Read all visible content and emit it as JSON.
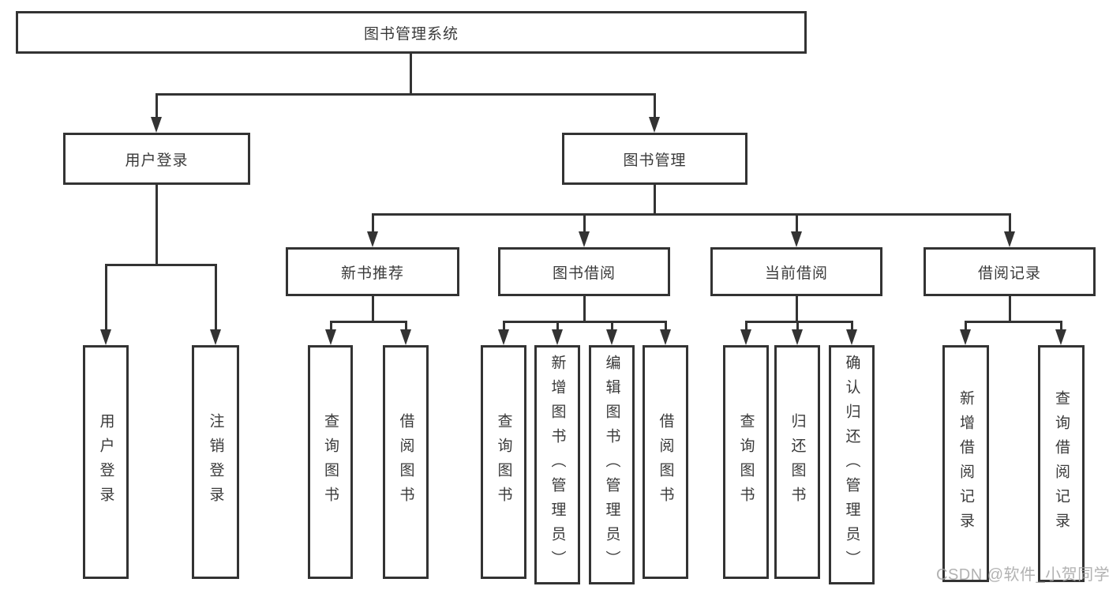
{
  "diagram": {
    "root": {
      "label": "图书管理系统",
      "children": [
        {
          "label": "用户登录",
          "children": [
            {
              "label": "用户登录"
            },
            {
              "label": "注销登录"
            }
          ]
        },
        {
          "label": "图书管理",
          "children": [
            {
              "label": "新书推荐",
              "children": [
                {
                  "label": "查询图书"
                },
                {
                  "label": "借阅图书"
                }
              ]
            },
            {
              "label": "图书借阅",
              "children": [
                {
                  "label": "查询图书"
                },
                {
                  "label": "新增图书（管理员）"
                },
                {
                  "label": "编辑图书（管理员）"
                },
                {
                  "label": "借阅图书"
                }
              ]
            },
            {
              "label": "当前借阅",
              "children": [
                {
                  "label": "查询图书"
                },
                {
                  "label": "归还图书"
                },
                {
                  "label": "确认归还（管理员）"
                }
              ]
            },
            {
              "label": "借阅记录",
              "children": [
                {
                  "label": "新增借阅记录"
                },
                {
                  "label": "查询借阅记录"
                }
              ]
            }
          ]
        }
      ]
    },
    "watermark": "CSDN @软件_小贺同学"
  },
  "colors": {
    "line": "#333333",
    "text": "#3a3a3a",
    "box_background": "#ffffff",
    "page_background": "#ffffff",
    "watermark": "#a5a5a5"
  }
}
